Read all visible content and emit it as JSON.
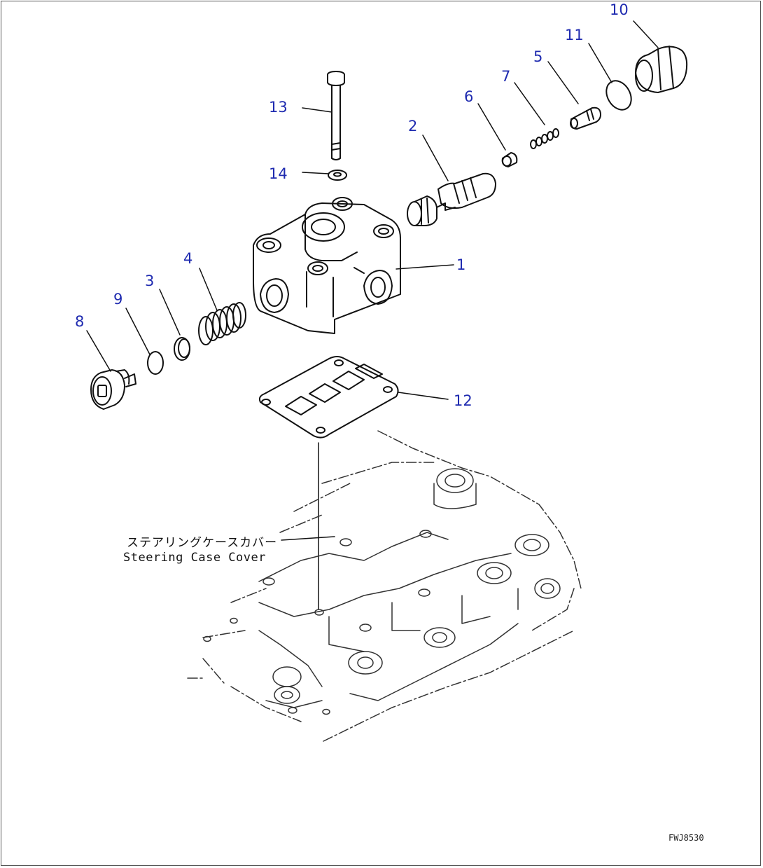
{
  "colors": {
    "callout": "#1f2bb0",
    "ink": "#111111",
    "ghost": "#333333"
  },
  "callouts": [
    {
      "id": "1",
      "text": "1"
    },
    {
      "id": "2",
      "text": "2"
    },
    {
      "id": "3",
      "text": "3"
    },
    {
      "id": "4",
      "text": "4"
    },
    {
      "id": "5",
      "text": "5"
    },
    {
      "id": "6",
      "text": "6"
    },
    {
      "id": "7",
      "text": "7"
    },
    {
      "id": "8",
      "text": "8"
    },
    {
      "id": "9",
      "text": "9"
    },
    {
      "id": "10",
      "text": "10"
    },
    {
      "id": "11",
      "text": "11"
    },
    {
      "id": "12",
      "text": "12"
    },
    {
      "id": "13",
      "text": "13"
    },
    {
      "id": "14",
      "text": "14"
    }
  ],
  "reference_label": {
    "jp": "ステアリングケースカバー",
    "en": "Steering Case Cover"
  },
  "drawing_code": "FWJ8530"
}
